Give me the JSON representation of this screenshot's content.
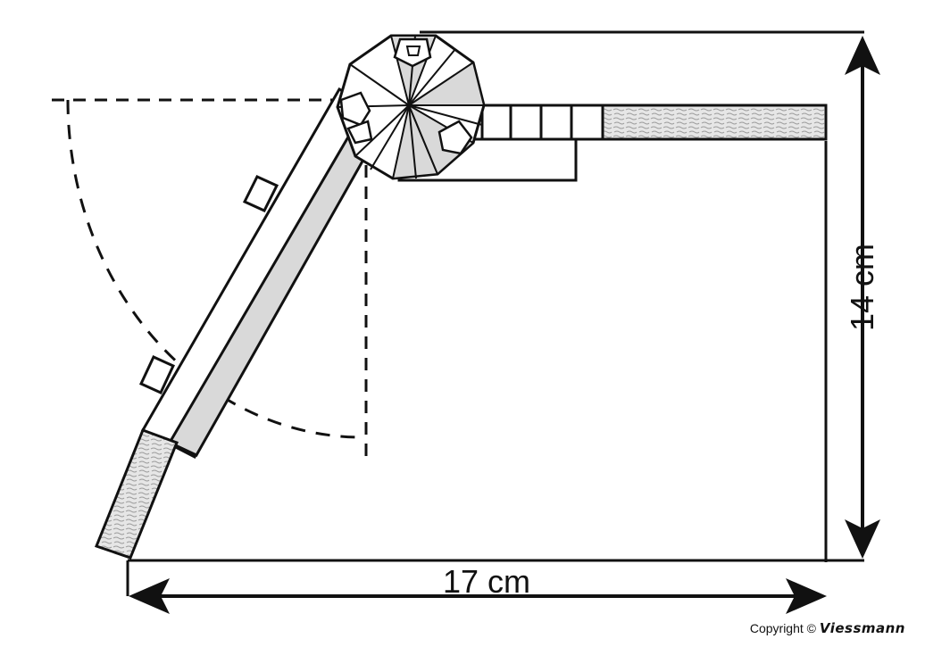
{
  "diagram": {
    "dimensions": {
      "width_label": "17 cm",
      "height_label": "14 cm"
    },
    "copyright": {
      "prefix": "Copyright ©",
      "brand": "Viessmann"
    },
    "colors": {
      "line": "#111111",
      "fill_grey": "#d9d9d9",
      "background": "#ffffff"
    }
  }
}
